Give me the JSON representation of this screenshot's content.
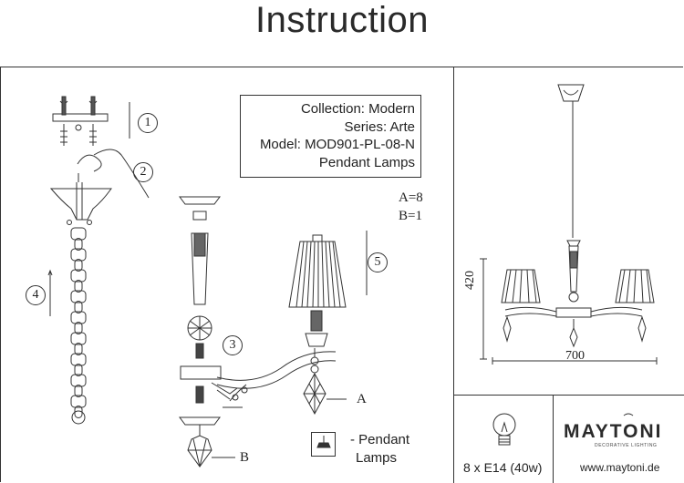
{
  "header": {
    "title": "Instruction"
  },
  "info": {
    "collection": "Collection: Modern",
    "series": "Series: Arte",
    "model": "Model: MOD901-PL-08-N",
    "type": "Pendant Lamps"
  },
  "parts": {
    "a_qty": "A=8",
    "b_qty": "B=1",
    "a_label": "A",
    "b_label": "B"
  },
  "steps": [
    "1",
    "2",
    "3",
    "4",
    "5"
  ],
  "legend": {
    "line1": "- Pendant",
    "line2": "Lamps"
  },
  "dimensions": {
    "height": "420",
    "width": "700"
  },
  "spec": {
    "bulbs": "8 x E14 (40w)"
  },
  "brand": {
    "name": "MAYTONI",
    "tagline": "DECORATIVE LIGHTING",
    "website": "www.maytoni.de"
  }
}
